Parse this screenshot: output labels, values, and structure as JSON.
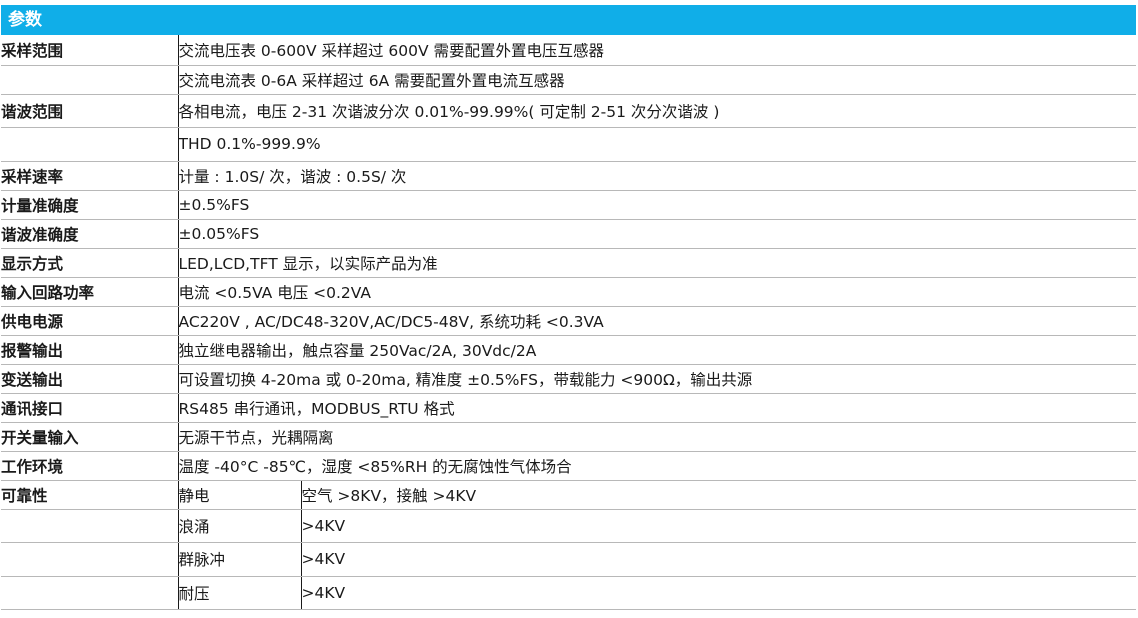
{
  "header": {
    "title": "参数"
  },
  "rows": [
    {
      "label": "采样范围",
      "value": "交流电压表 0-600V 采样超过 600V 需要配置外置电压互感器"
    },
    {
      "label": "",
      "value": "交流电流表 0-6A 采样超过 6A 需要配置外置电流互感器"
    },
    {
      "label": "谐波范围",
      "value": "各相电流，电压 2-31 次谐波分次 0.01%-99.99%( 可定制 2-51 次分次谐波 )"
    },
    {
      "label": "",
      "value": "THD 0.1%-999.9%"
    },
    {
      "label": "采样速率",
      "value": "计量 : 1.0S/ 次，谐波 : 0.5S/ 次"
    },
    {
      "label": "计量准确度",
      "value": "±0.5%FS"
    },
    {
      "label": "谐波准确度",
      "value": "±0.05%FS"
    },
    {
      "label": "显示方式",
      "value": "LED,LCD,TFT 显示，以实际产品为准"
    },
    {
      "label": "输入回路功率",
      "value": "电流 <0.5VA 电压 <0.2VA"
    },
    {
      "label": "供电电源",
      "value": "AC220V , AC/DC48-320V,AC/DC5-48V, 系统功耗 <0.3VA"
    },
    {
      "label": "报警输出",
      "value": "独立继电器输出，触点容量 250Vac/2A, 30Vdc/2A"
    },
    {
      "label": "变送输出",
      "value": "可设置切换 4-20ma 或 0-20ma, 精准度 ±0.5%FS，带载能力 <900Ω，输出共源"
    },
    {
      "label": "通讯接口",
      "value": "RS485 串行通讯，MODBUS_RTU 格式"
    },
    {
      "label": "开关量输入",
      "value": "无源干节点，光耦隔离"
    },
    {
      "label": "工作环境",
      "value": "温度 -40°C -85℃，湿度 <85%RH 的无腐蚀性气体场合"
    }
  ],
  "reliability": {
    "label": "可靠性",
    "items": [
      {
        "name": "静电",
        "value": "空气 >8KV，接触 >4KV"
      },
      {
        "name": "浪涌",
        "value": ">4KV"
      },
      {
        "name": "群脉冲",
        "value": ">4KV"
      },
      {
        "name": "耐压",
        "value": ">4KV"
      }
    ]
  }
}
